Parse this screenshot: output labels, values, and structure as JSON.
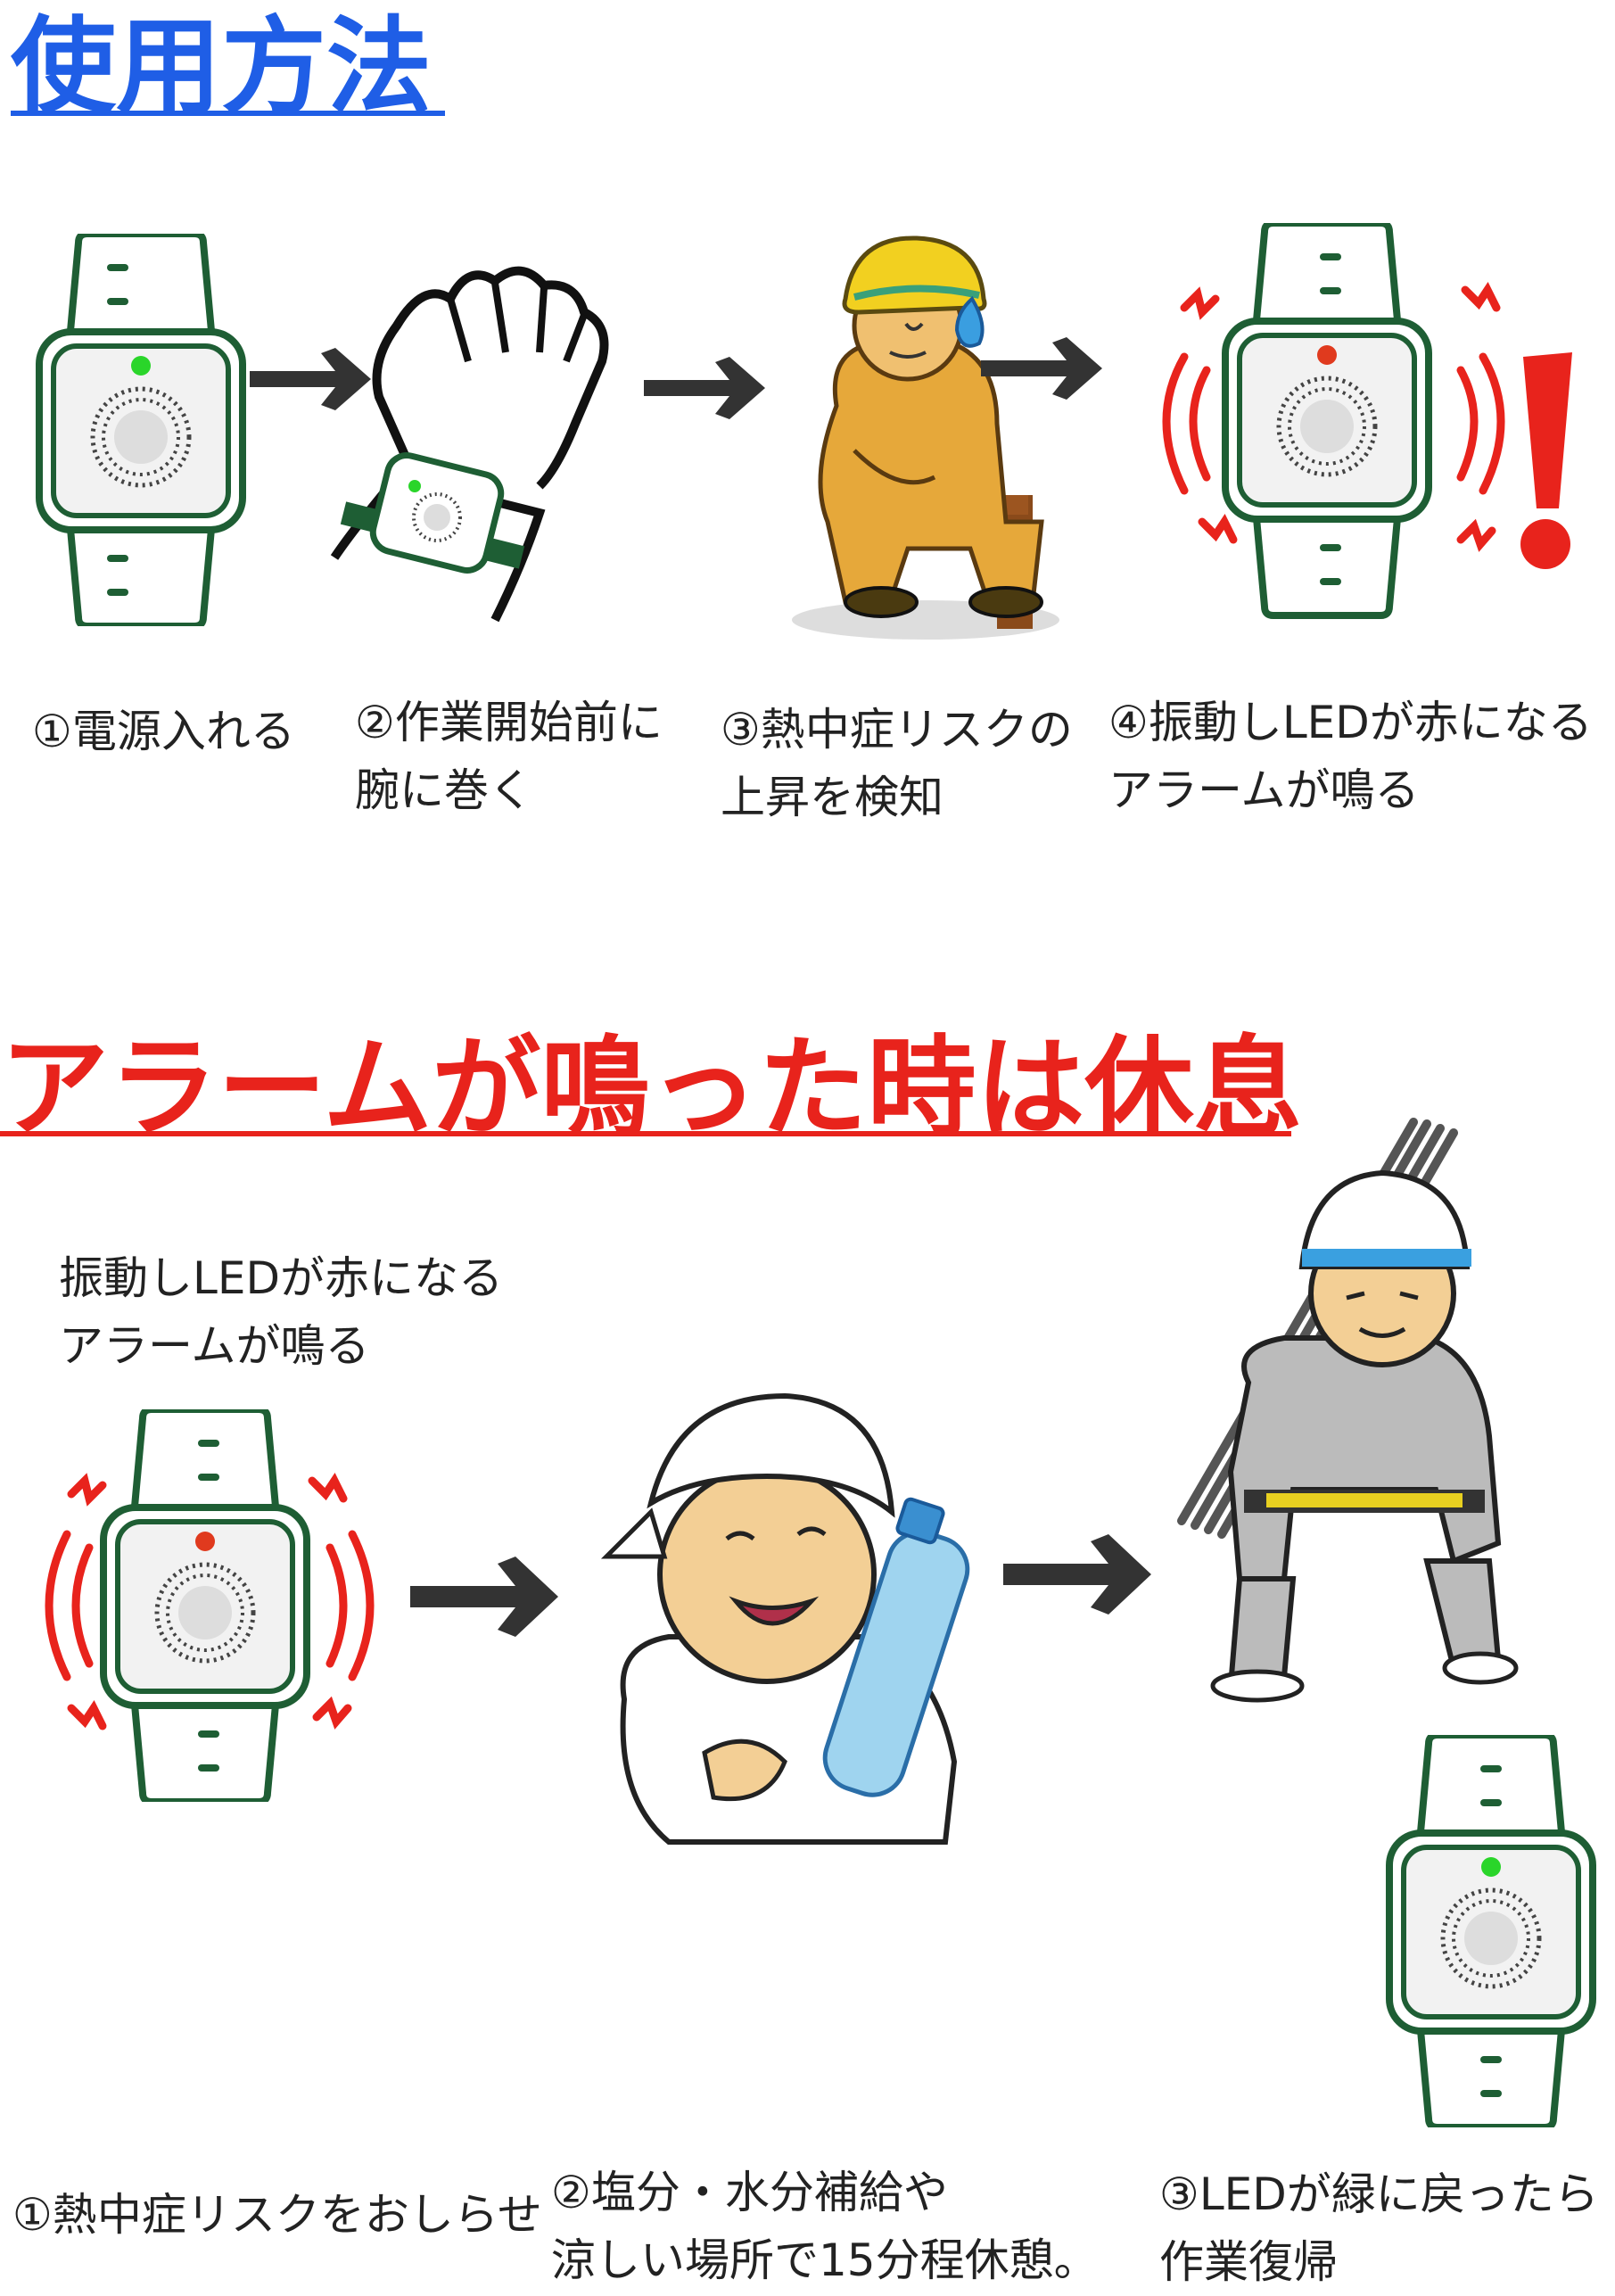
{
  "colors": {
    "blue": "#1f5ee6",
    "red": "#e8231c",
    "strap_green": "#1e5e34",
    "led_green": "#2ad52a",
    "led_red": "#e03a1e",
    "arrow": "#333333",
    "wave_red": "#e8231c"
  },
  "section1": {
    "title": "使用方法",
    "steps": [
      {
        "icon": "watch-green-led-icon",
        "lines": [
          "①電源入れる"
        ]
      },
      {
        "icon": "wrist-watch-icon",
        "lines": [
          "②作業開始前に",
          "腕に巻く"
        ]
      },
      {
        "icon": "tired-worker-icon",
        "lines": [
          "③熱中症リスクの",
          "上昇を検知"
        ]
      },
      {
        "icon": "alarm-watch-icon",
        "lines": [
          "④振動しLEDが赤になる",
          "アラームが鳴る"
        ]
      }
    ]
  },
  "section2": {
    "title": "アラームが鳴った時は休息",
    "alarm_caption": [
      "振動しLEDが赤になる",
      "アラームが鳴る"
    ],
    "steps": [
      {
        "icon": "alarm-watch-icon",
        "lines": [
          "①熱中症リスクをおしらせ"
        ]
      },
      {
        "icon": "worker-drinking-icon",
        "lines": [
          "②塩分・水分補給や",
          "涼しい場所で15分程休憩。"
        ]
      },
      {
        "icon": "worker-returning-icon",
        "lines": [
          "③LEDが緑に戻ったら",
          "作業復帰"
        ]
      }
    ]
  }
}
